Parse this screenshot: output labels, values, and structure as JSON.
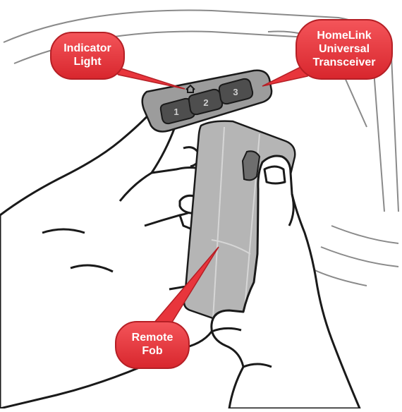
{
  "callouts": {
    "indicator_light": {
      "label": "Indicator\nLight"
    },
    "homelink": {
      "label": "HomeLink\nUniversal\nTransceiver"
    },
    "remote_fob": {
      "label": "Remote\nFob"
    }
  },
  "transceiver": {
    "buttons": [
      "1",
      "2",
      "3"
    ],
    "indicator_icon": "home-icon"
  },
  "colors": {
    "callout_fill": "#e8353c",
    "callout_stroke": "#b51f25",
    "transceiver_body": "#9c9c9c",
    "button_fill": "#4e4e4e",
    "fob_fill": "#b5b5b5",
    "hand_fill": "#ffffff",
    "line": "#1a1a1a",
    "headliner_line": "#8a8a8a"
  }
}
